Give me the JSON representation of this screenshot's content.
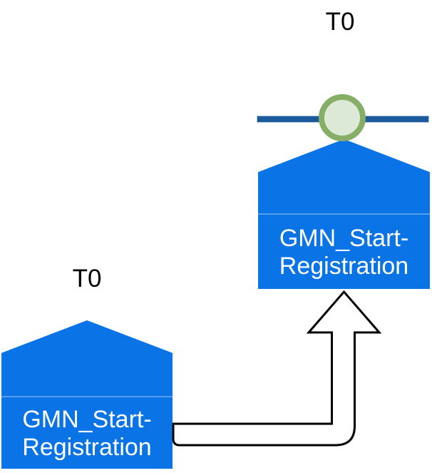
{
  "diagram": {
    "target": {
      "timeline_label": "T0",
      "title_line1": "GMN_Start-",
      "title_line2": "Registration"
    },
    "source": {
      "timeline_label": "T0",
      "title_line1": "GMN_Start-",
      "title_line2": "Registration"
    },
    "colors": {
      "canvas_bg": "#ffffff",
      "node_fill": "#0a74e6",
      "node_divider": "#559eee",
      "node_text": "#ffffff",
      "label_text": "#000000",
      "timeline_line": "#1d5a9b",
      "timeline_line_edge": "#a9c7e3",
      "event_ring": "#86ae67",
      "event_fill": "#dde9d7",
      "arrow_fill": "#ffffff",
      "arrow_stroke": "#000000"
    }
  }
}
